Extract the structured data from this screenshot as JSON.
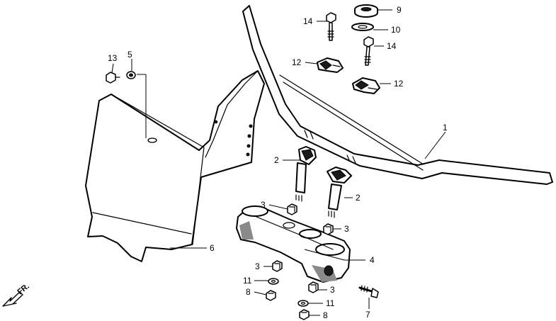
{
  "direction_label": "FR.",
  "callouts": [
    "1",
    "2",
    "2",
    "3",
    "3",
    "3",
    "3",
    "4",
    "5",
    "6",
    "7",
    "8",
    "8",
    "9",
    "10",
    "11",
    "11",
    "12",
    "12",
    "13",
    "14",
    "14"
  ]
}
